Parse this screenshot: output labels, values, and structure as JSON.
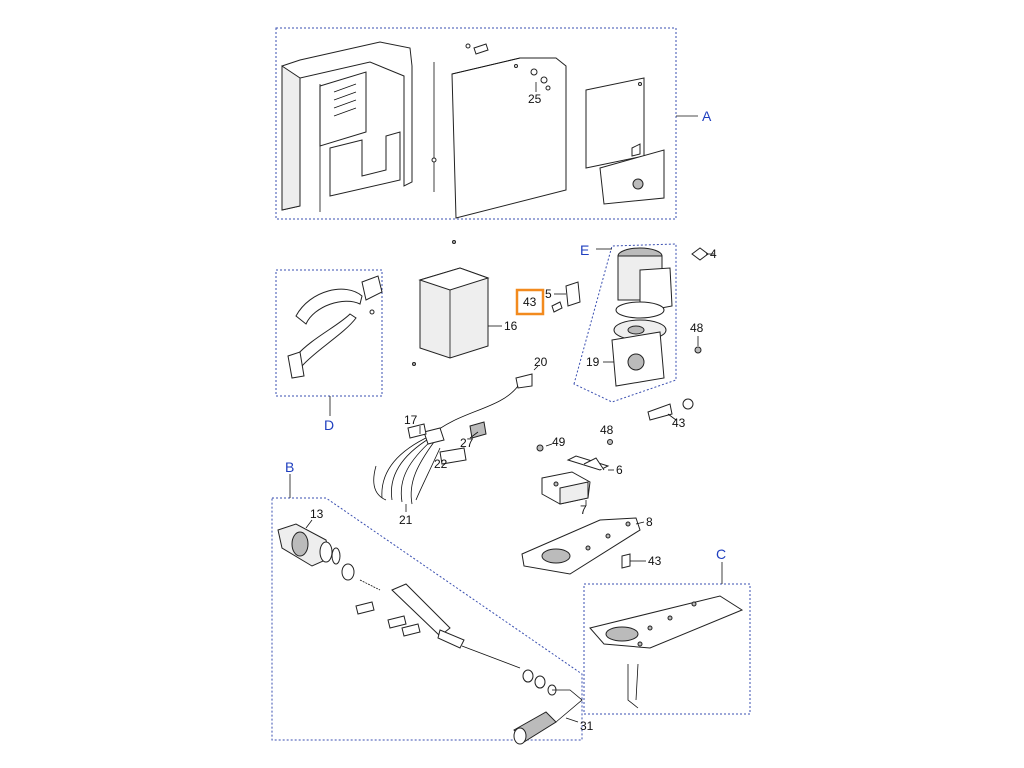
{
  "groups": {
    "a": "A",
    "b": "B",
    "c": "C",
    "d": "D",
    "e": "E"
  },
  "callouts": {
    "p25": "25",
    "p4": "4",
    "p5": "5",
    "p43_selected": "43",
    "p16": "16",
    "p48_upper": "48",
    "p19": "19",
    "p20": "20",
    "p43_right": "43",
    "p17": "17",
    "p27": "27",
    "p22": "22",
    "p21": "21",
    "p49": "49",
    "p48_mid": "48",
    "p6": "6",
    "p7": "7",
    "p8": "8",
    "p43_bottom": "43",
    "p13": "13",
    "p31": "31"
  },
  "selection": {
    "part": "43",
    "highlight_color": "#f28a1e"
  },
  "colors": {
    "group_box": "#3a4fb0",
    "group_label": "#1f3fbf"
  }
}
